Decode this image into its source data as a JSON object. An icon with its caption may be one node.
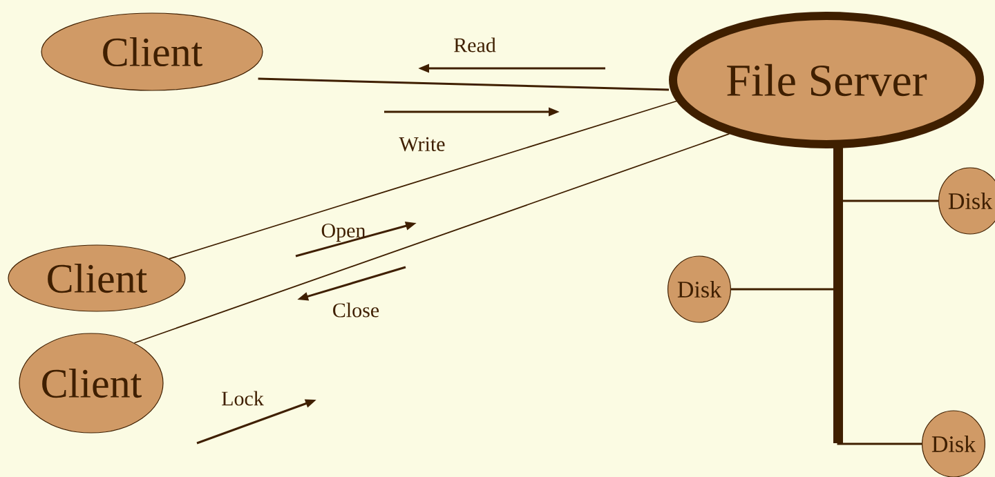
{
  "diagram": {
    "nodes": [
      {
        "text": [
          "Client"
        ]
      },
      {
        "text": [
          "File Server"
        ]
      },
      {
        "text": [
          "Client"
        ]
      },
      {
        "text": [
          "Client"
        ]
      },
      {
        "text": [
          "Disk"
        ]
      },
      {
        "text": [
          "Disk"
        ]
      },
      {
        "text": [
          "Disk"
        ]
      }
    ],
    "edges": [
      {
        "from": 0,
        "to": 1,
        "arrow": "none"
      },
      {
        "from": 2,
        "to": 1,
        "arrow": "none"
      },
      {
        "from": 3,
        "to": 1,
        "arrow": "none"
      },
      {
        "from": 1,
        "to": 4,
        "arrow": "none"
      },
      {
        "from": 1,
        "to": 5,
        "arrow": "none"
      },
      {
        "from": 1,
        "to": 6,
        "arrow": "none"
      }
    ],
    "labels": [
      "Read",
      "Write",
      "Open",
      "Close",
      "Lock"
    ]
  }
}
